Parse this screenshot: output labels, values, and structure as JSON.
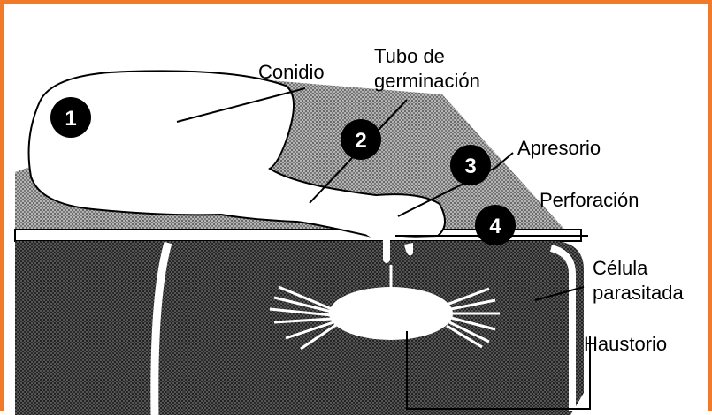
{
  "colors": {
    "frame_border": "#f07a2a",
    "hatch_light": "#9a9a9a",
    "hatch_dark": "#3c3c3c",
    "badge": "#000000"
  },
  "labels": {
    "conidio": "Conidio",
    "tubo_line1": "Tubo de",
    "tubo_line2": "germinación",
    "apresorio": "Apresorio",
    "perforacion": "Perforación",
    "celula_line1": "Célula",
    "celula_line2": "parasitada",
    "haustorio": "Haustorio"
  },
  "badges": [
    "1",
    "2",
    "3",
    "4"
  ]
}
